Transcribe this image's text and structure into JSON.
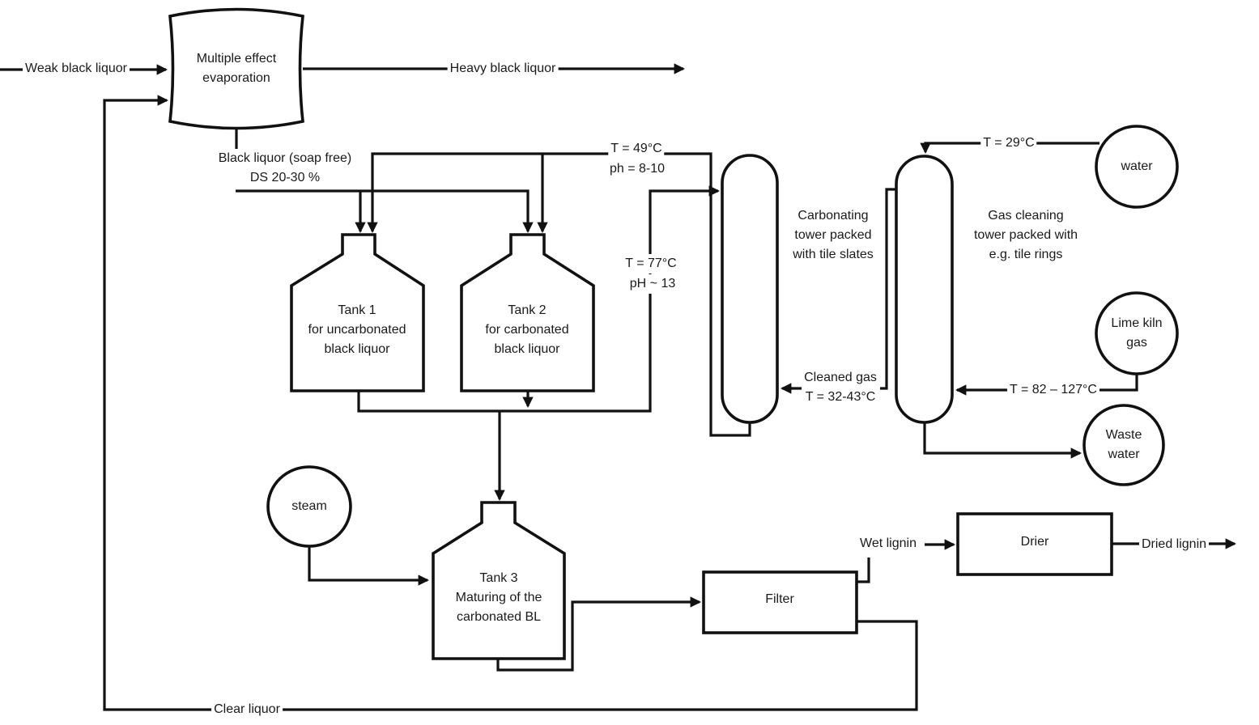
{
  "diagram": {
    "line_color": "#111111",
    "background_color": "#ffffff",
    "units": {
      "evaporator": "Multiple effect\nevaporation",
      "tank1": "Tank 1\nfor uncarbonated\nblack liquor",
      "tank2": "Tank 2\nfor carbonated\nblack liquor",
      "tank3": "Tank 3\nMaturing of the\ncarbonated BL",
      "carbonating_tower": "Carbonating\ntower packed\nwith tile slates",
      "gas_cleaning_tower": "Gas cleaning\ntower packed with\ne.g. tile rings",
      "filter": "Filter",
      "drier": "Drier",
      "steam": "steam",
      "water": "water",
      "lime_kiln_gas": "Lime kiln\ngas",
      "waste_water": "Waste\nwater"
    },
    "streams": {
      "weak_black_liquor": "Weak black liquor",
      "heavy_black_liquor": "Heavy black liquor",
      "black_liquor_soap_free": "Black liquor (soap free)\nDS 20-30 %",
      "clear_liquor": "Clear liquor",
      "wet_lignin": "Wet lignin",
      "dried_lignin": "Dried lignin",
      "cleaned_gas": "Cleaned gas\nT = 32-43°C"
    },
    "conditions": {
      "carbonated_return_temp": "T = 49°C",
      "carbonated_return_ph": "ph = 8-10",
      "tank_feed_temp": "T = 77°C",
      "tank_feed_ph": "pH ~ 13",
      "water_temp": "T = 29°C",
      "lime_kiln_gas_temp": "T = 82 – 127°C"
    }
  }
}
